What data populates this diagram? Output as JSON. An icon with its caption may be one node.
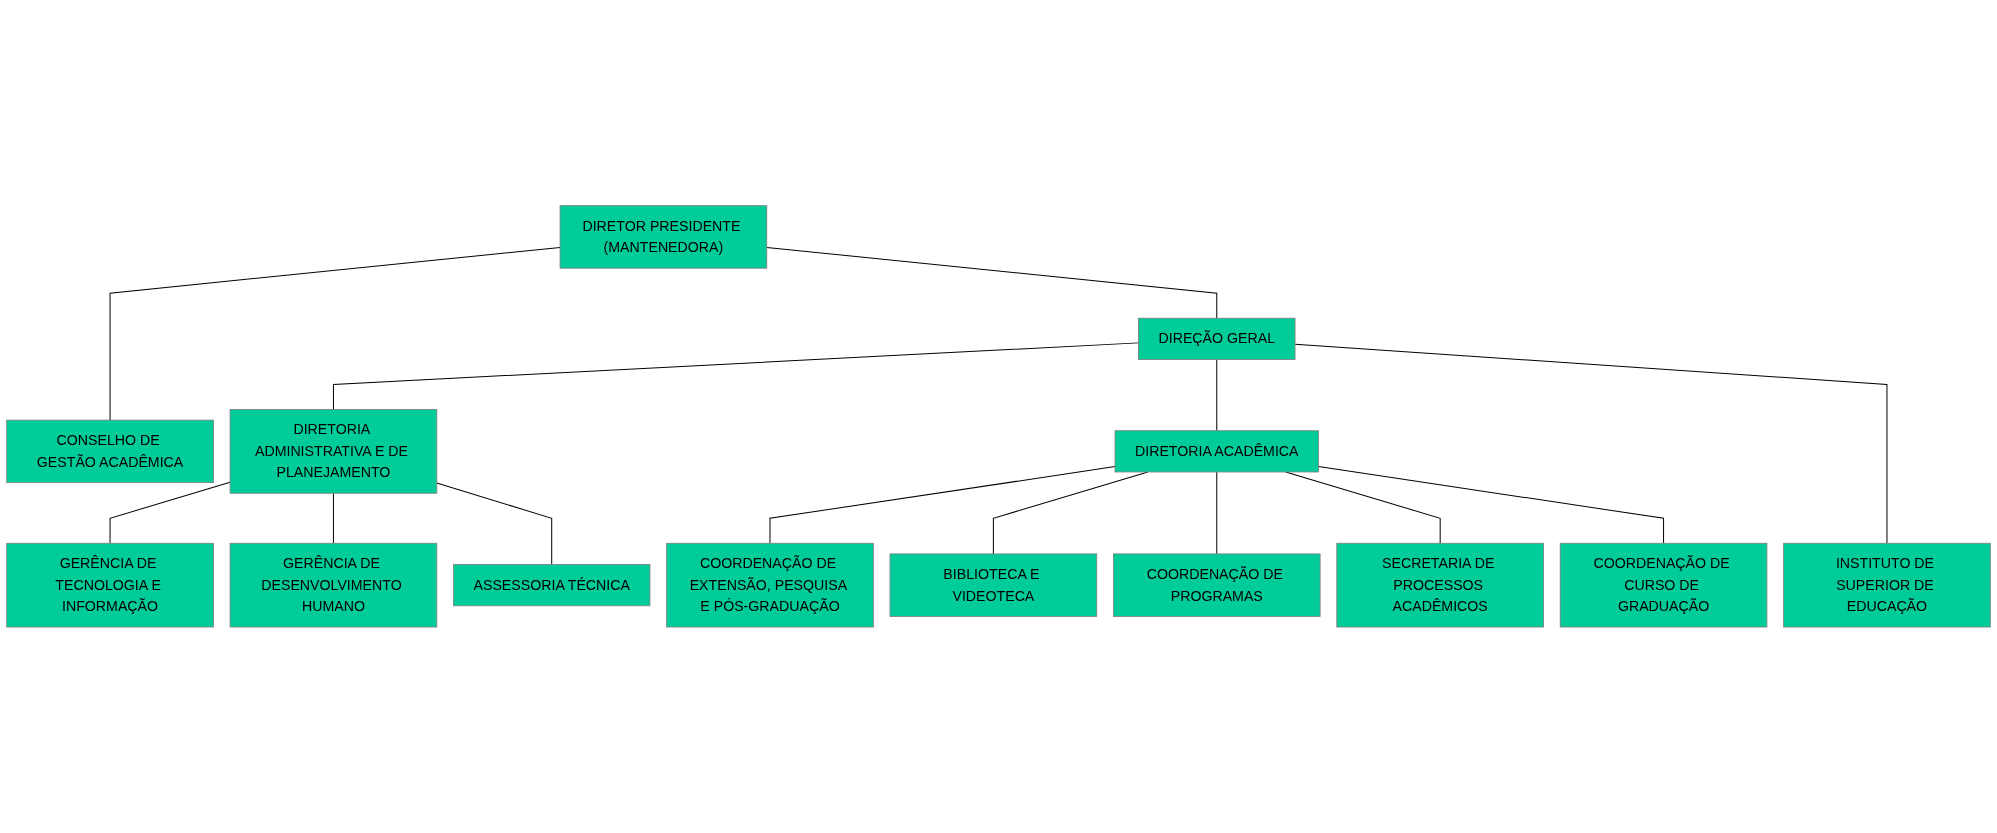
{
  "diagram": {
    "nodes": [
      {
        "text": [
          "DIRETOR PRESIDENTE (MANTENEDORA)"
        ]
      },
      {
        "text": [
          "CONSELHO DE GESTÃO ACADÊMICA"
        ]
      },
      {
        "text": [
          "DIREÇÃO GERAL"
        ]
      },
      {
        "text": [
          "DIRETORIA ADMINISTRATIVA E DE PLANEJAMENTO"
        ]
      },
      {
        "text": [
          "DIRETORIA ACADÊMICA"
        ]
      },
      {
        "text": [
          "INSTITUTO DE SUPERIOR DE EDUCAÇÃO"
        ]
      },
      {
        "text": [
          "GERÊNCIA DE TECNOLOGIA E INFORMAÇÃO"
        ]
      },
      {
        "text": [
          "GERÊNCIA DE DESENVOLVIMENTO HUMANO"
        ]
      },
      {
        "text": [
          "ASSESSORIA TÉCNICA"
        ]
      },
      {
        "text": [
          "COORDENAÇÃO DE EXTENSÃO, PESQUISA E PÓS-GRADUAÇÃO"
        ]
      },
      {
        "text": [
          "BIBLIOTECA E VIDEOTECA"
        ]
      },
      {
        "text": [
          "COORDENAÇÃO DE PROGRAMAS"
        ]
      },
      {
        "text": [
          "SECRETARIA DE PROCESSOS ACADÊMICOS"
        ]
      },
      {
        "text": [
          "COORDENAÇÃO DE CURSO DE GRADUAÇÃO"
        ]
      }
    ],
    "edges": [
      {
        "from": 0,
        "to": 1,
        "arrow": "none"
      },
      {
        "from": 0,
        "to": 2,
        "arrow": "none"
      },
      {
        "from": 2,
        "to": 3,
        "arrow": "none"
      },
      {
        "from": 2,
        "to": 4,
        "arrow": "none"
      },
      {
        "from": 2,
        "to": 5,
        "arrow": "none"
      },
      {
        "from": 3,
        "to": 6,
        "arrow": "none"
      },
      {
        "from": 3,
        "to": 7,
        "arrow": "none"
      },
      {
        "from": 3,
        "to": 8,
        "arrow": "none"
      },
      {
        "from": 4,
        "to": 9,
        "arrow": "none"
      },
      {
        "from": 4,
        "to": 10,
        "arrow": "none"
      },
      {
        "from": 4,
        "to": 11,
        "arrow": "none"
      },
      {
        "from": 4,
        "to": 12,
        "arrow": "none"
      },
      {
        "from": 4,
        "to": 13,
        "arrow": "none"
      }
    ]
  }
}
